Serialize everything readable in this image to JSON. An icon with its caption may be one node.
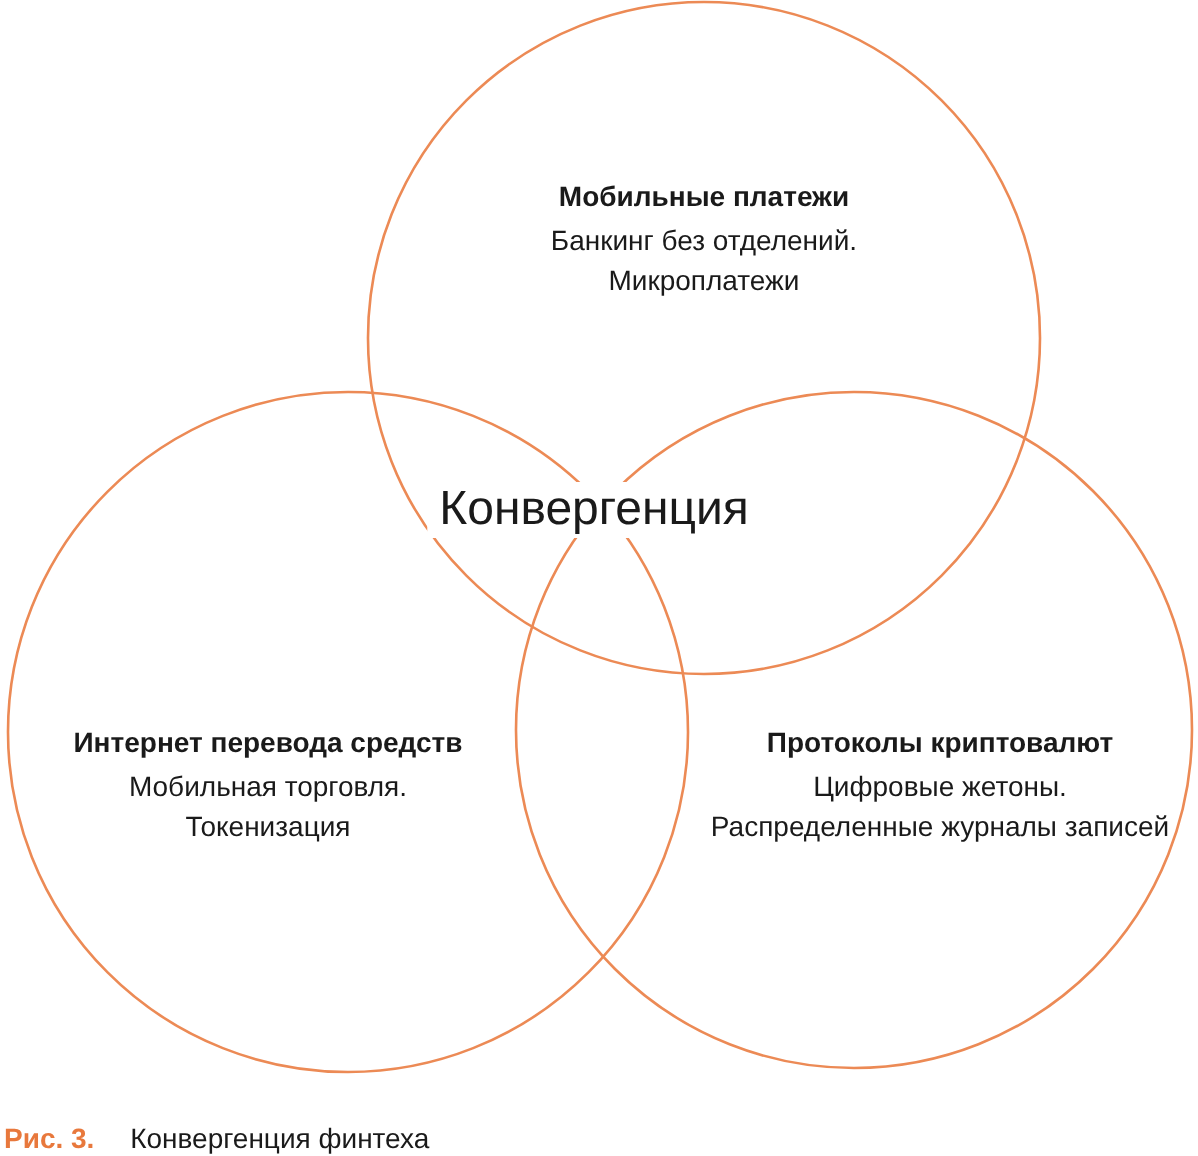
{
  "diagram": {
    "caption": "**Рис. 3.** Конвергенция финтеха",
    "nodes": [
      {
        "text": [
          "Мобильные платежи",
          "Банкинг без отделений. Микроплатежи"
        ]
      },
      {
        "text": [
          "Интернет перевода средств",
          "Мобильная торговля. Токенизация"
        ]
      },
      {
        "text": [
          "Протоколы криптовалют",
          "Цифровые жетоны. Распределенные журналы записей"
        ]
      }
    ],
    "edges": [],
    "labels": [
      "Конвергенция"
    ]
  }
}
